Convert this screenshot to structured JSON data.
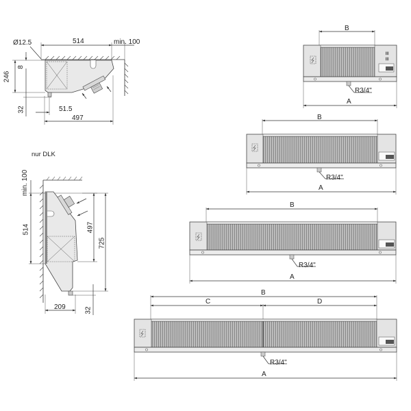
{
  "side_view_ceiling": {
    "pipe_diameter": "Ø12.5",
    "width_514": "514",
    "min_clearance": "min. 100",
    "height_246": "246",
    "offset_8": "8",
    "drain_32": "32",
    "drain_offset": "51.5",
    "depth_497": "497"
  },
  "side_view_wall": {
    "caption": "nur DLK",
    "min_clearance": "min. 100",
    "height_514": "514",
    "height_497": "497",
    "height_725": "725",
    "depth_209": "209",
    "drain_32": "32"
  },
  "units": [
    {
      "name": "unit-1-fan",
      "label_A": "A",
      "label_B": "B",
      "drain": "R3/4\""
    },
    {
      "name": "unit-2-fan",
      "label_A": "A",
      "label_B": "B",
      "drain": "R3/4\""
    },
    {
      "name": "unit-3-fan",
      "label_A": "A",
      "label_B": "B",
      "drain": "R3/4\""
    },
    {
      "name": "unit-4-fan",
      "label_A": "A",
      "label_B": "B",
      "label_C": "C",
      "label_D": "D",
      "drain": "R3/4\""
    }
  ],
  "colors": {
    "line": "#333333",
    "body_fill": "#e9e9e9",
    "fin_dark": "#555555",
    "fin_light": "#bdbdbd"
  }
}
